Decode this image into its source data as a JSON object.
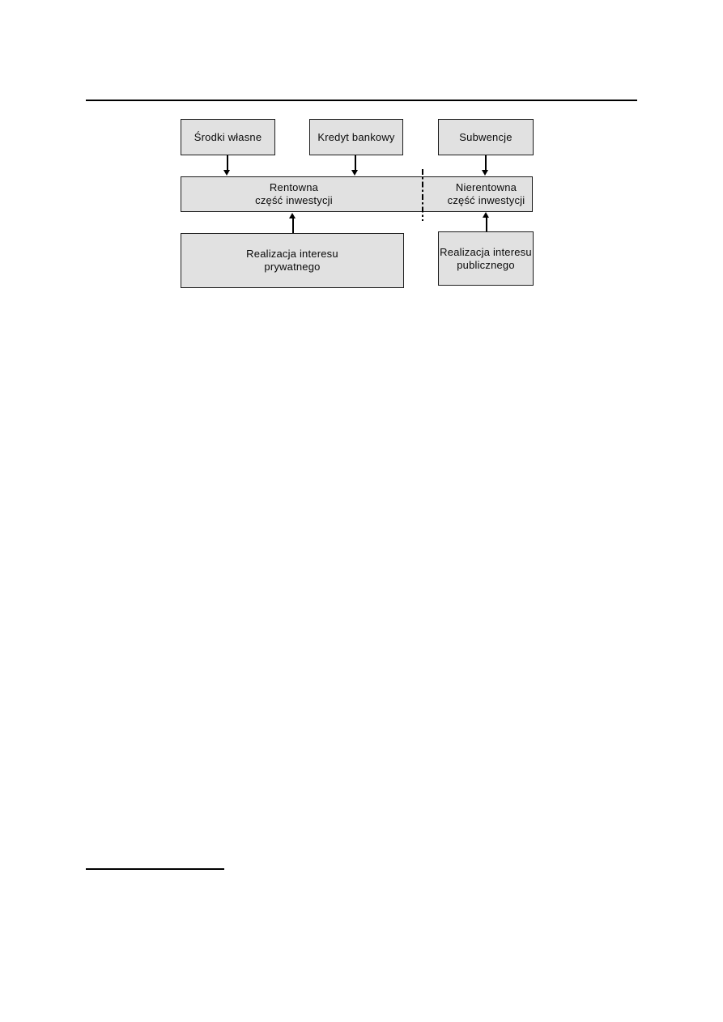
{
  "colors": {
    "page_background": "#ffffff",
    "box_fill": "#e1e1e1",
    "box_border": "#1c1c1c",
    "line": "#000000"
  },
  "diagram": {
    "sources": [
      {
        "label": "Środki własne"
      },
      {
        "label": "Kredyt bankowy"
      },
      {
        "label": "Subwencje"
      }
    ],
    "investment": {
      "left": {
        "line1": "Rentowna",
        "line2": "część inwestycji"
      },
      "right": {
        "line1": "Nierentowna",
        "line2": "część inwestycji"
      }
    },
    "outcomes": {
      "private": {
        "line1": "Realizacja interesu",
        "line2": "prywatnego"
      },
      "public": {
        "line1": "Realizacja interesu",
        "line2": "publicznego"
      }
    }
  }
}
